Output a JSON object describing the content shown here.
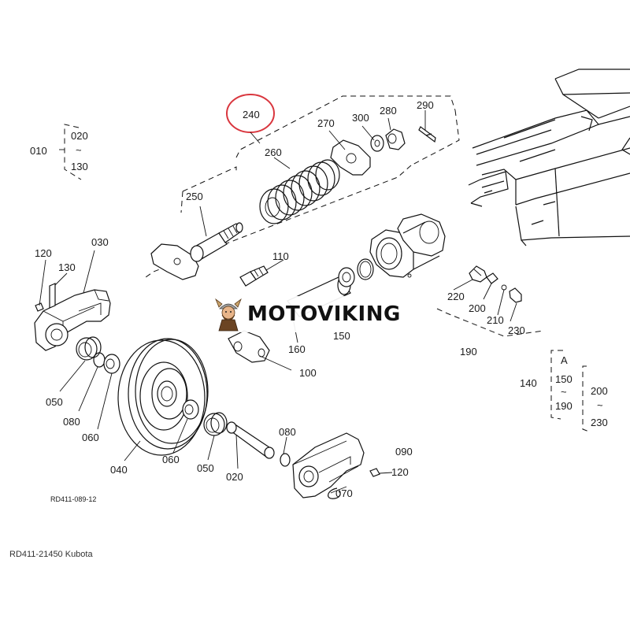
{
  "labels": {
    "l010": "010",
    "l020a": "020",
    "tilde1": "~",
    "l130a": "130",
    "l240": "240",
    "l260": "260",
    "l270": "270",
    "l300": "300",
    "l280": "280",
    "l290": "290",
    "l250": "250",
    "l120a": "120",
    "l130b": "130",
    "l030": "030",
    "l110": "110",
    "l220": "220",
    "l200a": "200",
    "l210": "210",
    "l230a": "230",
    "l190": "190",
    "l160": "160",
    "l150": "150",
    "l100": "100",
    "l050a": "050",
    "l080a": "080",
    "l060": "060",
    "l040": "040",
    "l060b": "060",
    "l050b": "050",
    "l020b": "020",
    "l080b": "080",
    "l090": "090",
    "l120b": "120",
    "l070": "070",
    "l140": "140",
    "lA": "A",
    "l150b": "150",
    "tilde2": "~",
    "l190b": "190",
    "l200b": "200",
    "tilde3": "~",
    "l230b": "230",
    "drawing_no": "RD411-089-12"
  },
  "highlight_color": "#d9363e",
  "watermark": {
    "brand": "MOTOVIKING",
    "logo": "viking-mascot-logo"
  },
  "caption": "RD411-21450 Kubota"
}
